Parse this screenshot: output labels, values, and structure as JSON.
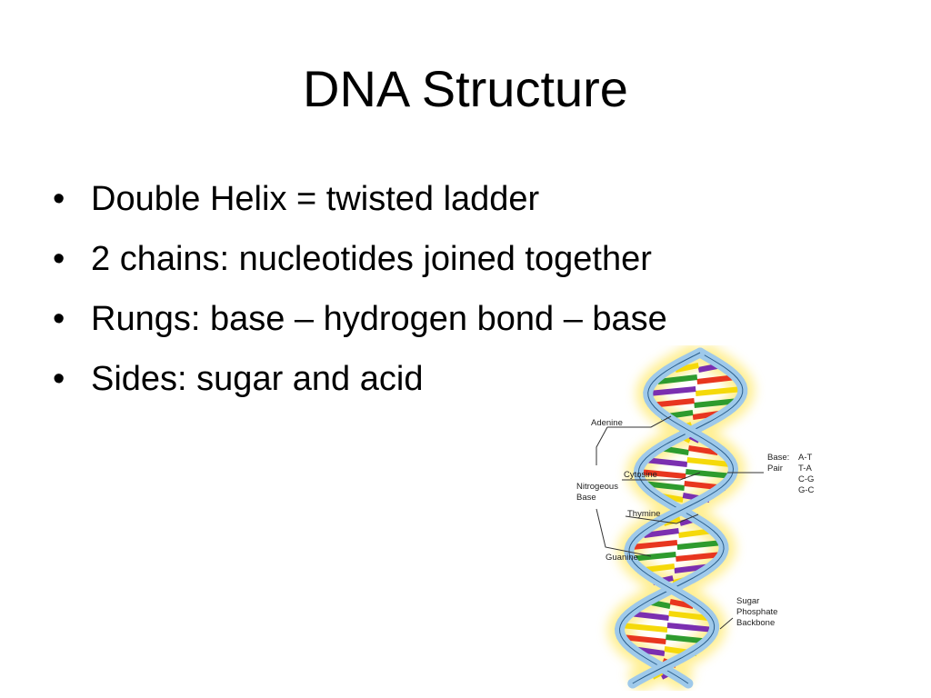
{
  "slide": {
    "title": "DNA Structure",
    "bullets": [
      "Double Helix = twisted ladder",
      "2 chains:  nucleotides joined together",
      "Rungs:  base – hydrogen bond – base",
      "Sides:  sugar and acid"
    ],
    "bullet_glyph": "•"
  },
  "figure": {
    "labels": {
      "adenine": "Adenine",
      "cytosine": "Cytosine",
      "nitrogeous_line1": "Nitrogeous",
      "nitrogeous_line2": "Base",
      "thymine": "Thymine",
      "guanine": "Guanine",
      "base_pair_line1": "Base:",
      "base_pair_line2": "Pair",
      "sugar_line1": "Sugar",
      "sugar_line2": "Phosphate",
      "sugar_line3": "Backbone"
    },
    "pairs": [
      "A-T",
      "T-A",
      "C-G",
      "G-C"
    ],
    "base_colors": {
      "A": "#7b2fb0",
      "T": "#f5d90a",
      "C": "#2e9b2e",
      "G": "#e8361f"
    },
    "backbone_color": "#9ec9ea"
  }
}
